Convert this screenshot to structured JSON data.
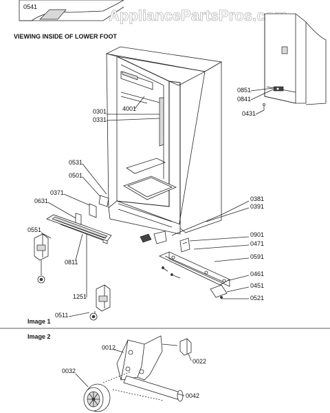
{
  "watermark": "AppliancePartsPros.com",
  "captions": {
    "inset_caption": "VIEWING INSIDE OF LOWER FOOT",
    "image1": "Image 1",
    "image2": "Image 2"
  },
  "callouts": {
    "p0541": "0541",
    "p0851": "0851",
    "p0841": "0841",
    "p0431": "0431",
    "p4001": "4001",
    "p0301": "0301",
    "p0331": "0331",
    "p0531": "0531",
    "p0501": "0501",
    "p0371": "0371",
    "p0631": "0631",
    "p0551": "0551",
    "p0811": "0811",
    "p1251": "1251",
    "p0511": "0511",
    "p0381": "0381",
    "p0391": "0391",
    "p0901": "0901",
    "p0471": "0471",
    "p0591": "0591",
    "p0461": "0461",
    "p0451": "0451",
    "p0521": "0521",
    "p0012": "0012",
    "p0022": "0022",
    "p0032": "0032",
    "p0042": "0042"
  }
}
